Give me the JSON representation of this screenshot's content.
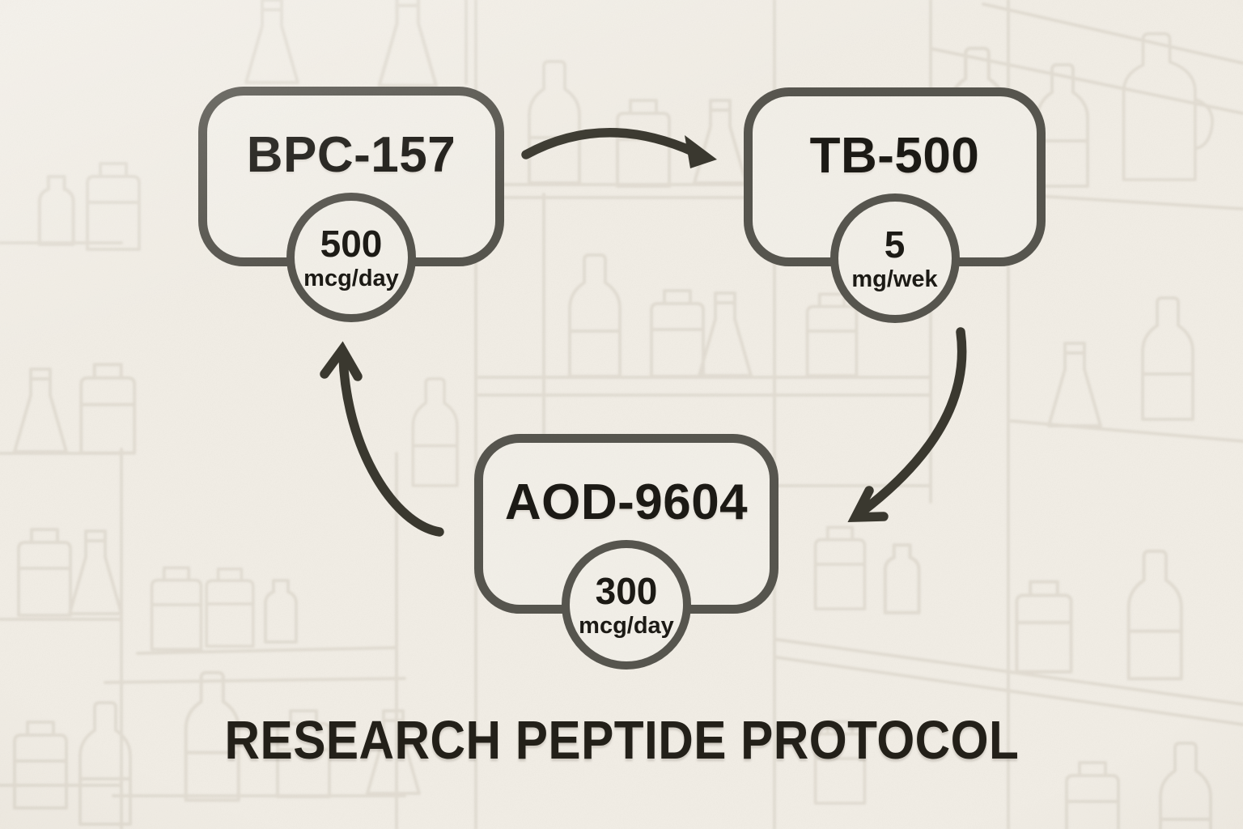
{
  "title": "RESEARCH PEPTIDE PROTOCOL",
  "nodes": [
    {
      "id": "bpc-157",
      "label": "BPC-157",
      "dose": {
        "value": "500",
        "unit": "mcg/day"
      }
    },
    {
      "id": "tb-500",
      "label": "TB-500",
      "dose": {
        "value": "5",
        "unit": "mg/wek"
      }
    },
    {
      "id": "aod-9604",
      "label": "AOD-9604",
      "dose": {
        "value": "300",
        "unit": "mcg/day"
      }
    }
  ],
  "edges": [
    {
      "id": "bpc157-to-tb500",
      "from": "BPC-157",
      "to": "TB-500",
      "style": "curved-arrow"
    },
    {
      "id": "tb500-to-aod9604",
      "from": "TB-500",
      "to": "AOD-9604",
      "style": "curved-arrow"
    },
    {
      "id": "aod9604-to-bpc157",
      "from": "AOD-9604",
      "to": "BPC-157",
      "style": "curved-arrow"
    }
  ],
  "colors": {
    "bg": "#f1ede5",
    "panel": "#f2efe8",
    "frame": "#57554e",
    "ink": "#1c1a15",
    "arrow": "#3a382f",
    "shelf-line": "#e1dbd1",
    "title-ink": "#232019"
  }
}
